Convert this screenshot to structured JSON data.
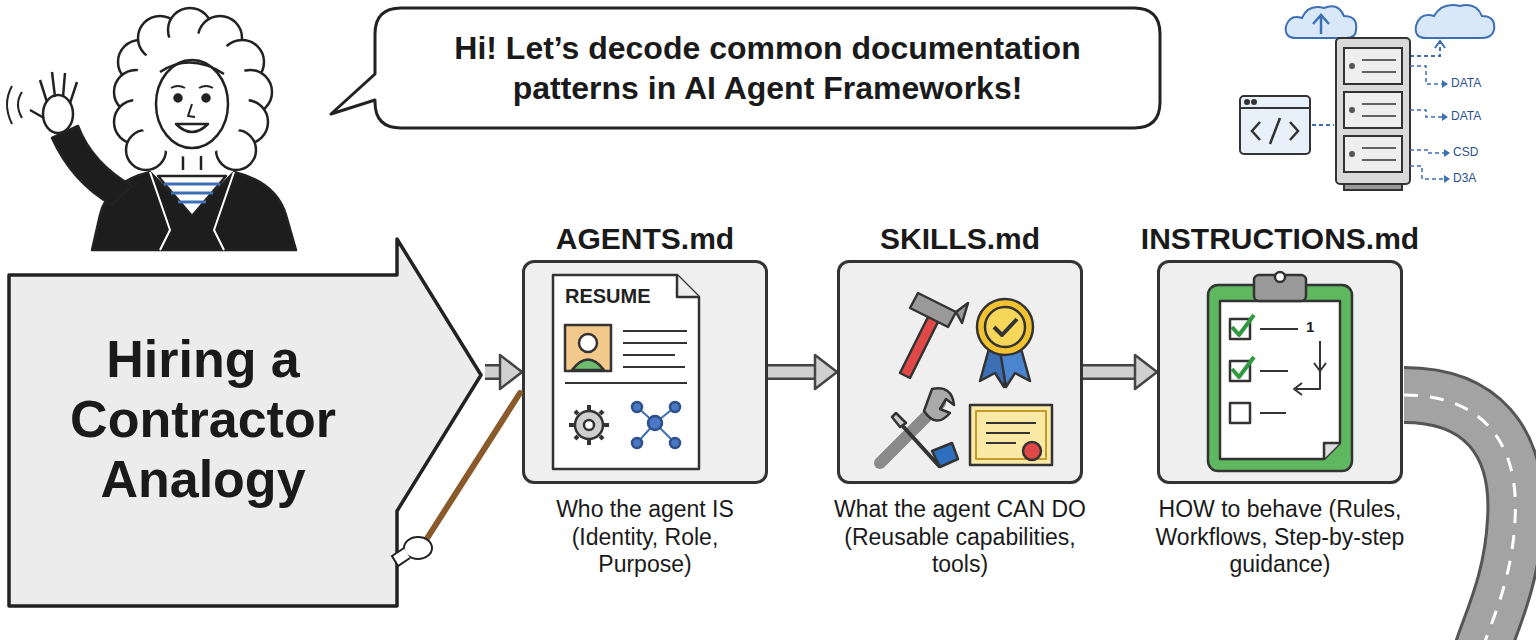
{
  "diagram": {
    "nodes": [
      {
        "text": [
          "Hi! Let’s decode common documentation patterns in AI Agent Frameworks!"
        ]
      },
      {
        "text": [
          "Hiring a Contractor Analogy"
        ]
      },
      {
        "text": [
          "AGENTS.md",
          "RESUME",
          "Who the agent IS (Identity, Role, Purpose)"
        ]
      },
      {
        "text": [
          "SKILLS.md",
          "What the agent CAN DO (Reusable capabilities, tools)"
        ]
      },
      {
        "text": [
          "INSTRUCTIONS.md",
          "HOW to behave (Rules, Workflows, Step-by-step guidance)"
        ]
      }
    ],
    "edges": [
      {
        "from": 1,
        "to": 2,
        "arrow": "to"
      },
      {
        "from": 2,
        "to": 3,
        "arrow": "to"
      },
      {
        "from": 3,
        "to": 4,
        "arrow": "to"
      }
    ],
    "labels": [
      "DATA",
      "DATA",
      "CSD",
      "D3A",
      "1"
    ]
  }
}
